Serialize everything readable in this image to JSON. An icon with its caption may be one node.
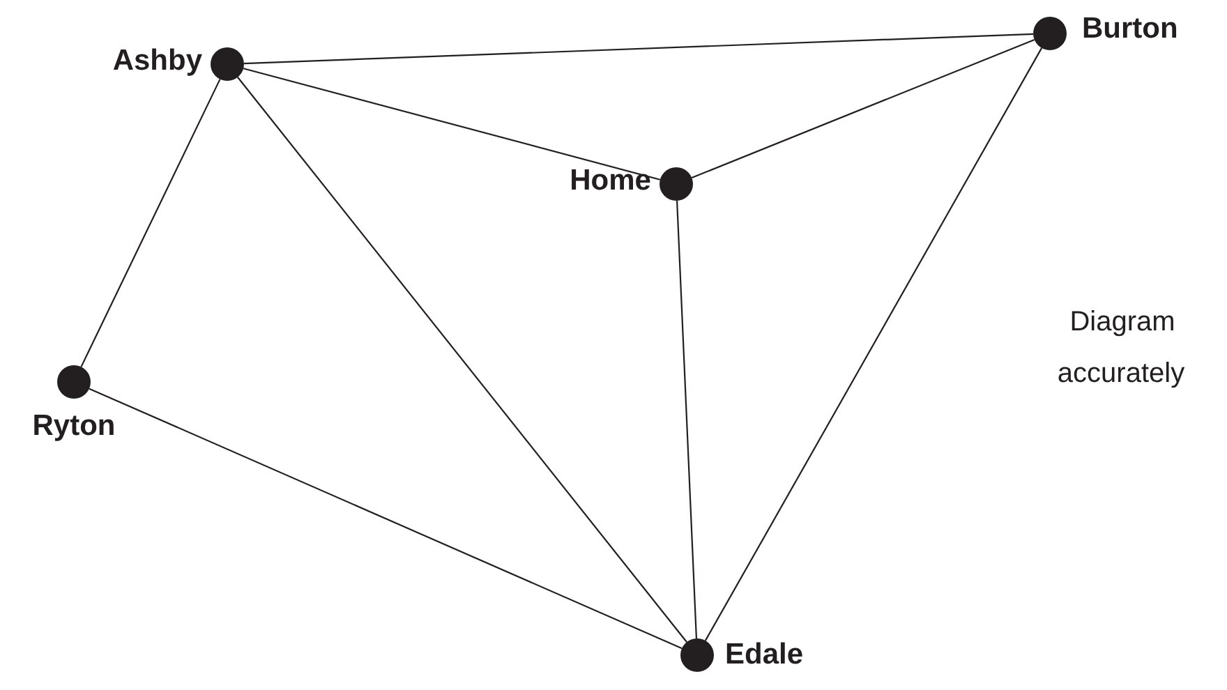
{
  "diagram": {
    "nodes": [
      {
        "text": [],
        "shape": "circle",
        "beside": [
          "Ashby"
        ]
      },
      {
        "text": [],
        "shape": "circle",
        "beside": [
          "Burton"
        ]
      },
      {
        "text": [],
        "shape": "circle",
        "beside": [
          "Home"
        ]
      },
      {
        "text": [],
        "shape": "circle",
        "beside": [
          "Ryton"
        ]
      },
      {
        "text": [],
        "shape": "circle",
        "beside": [
          "Edale"
        ]
      }
    ],
    "edges": [
      {
        "from": 0,
        "to": 1,
        "arrow": "none"
      },
      {
        "from": 0,
        "to": 2,
        "arrow": "none"
      },
      {
        "from": 0,
        "to": 3,
        "arrow": "none"
      },
      {
        "from": 0,
        "to": 4,
        "arrow": "none"
      },
      {
        "from": 2,
        "to": 1,
        "arrow": "none"
      },
      {
        "from": 2,
        "to": 4,
        "arrow": "none"
      },
      {
        "from": 1,
        "to": 4,
        "arrow": "none"
      },
      {
        "from": 3,
        "to": 4,
        "arrow": "none"
      }
    ],
    "labels": [
      "Diagram",
      "accurately"
    ]
  }
}
